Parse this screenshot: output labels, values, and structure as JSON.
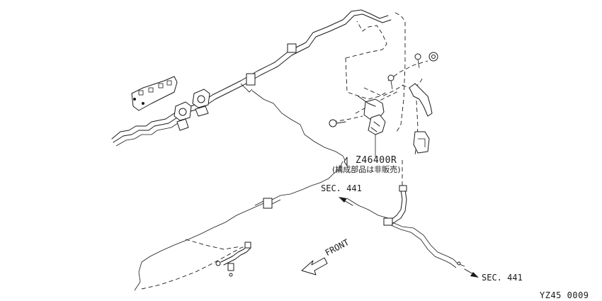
{
  "labels": {
    "part_number": "Z46400R",
    "part_note": "(構成部品は非販売)",
    "section_ref_upper": "SEC. 441",
    "section_ref_lower": "SEC. 441",
    "front_indicator": "FRONT",
    "figure_code": "YZ45 0009"
  },
  "colors": {
    "ink": "#1a1a1a",
    "background": "#ffffff"
  },
  "icons": {
    "front_arrow": "hollow-arrow-icon",
    "section_arrows": "filled-arrow-icon"
  }
}
